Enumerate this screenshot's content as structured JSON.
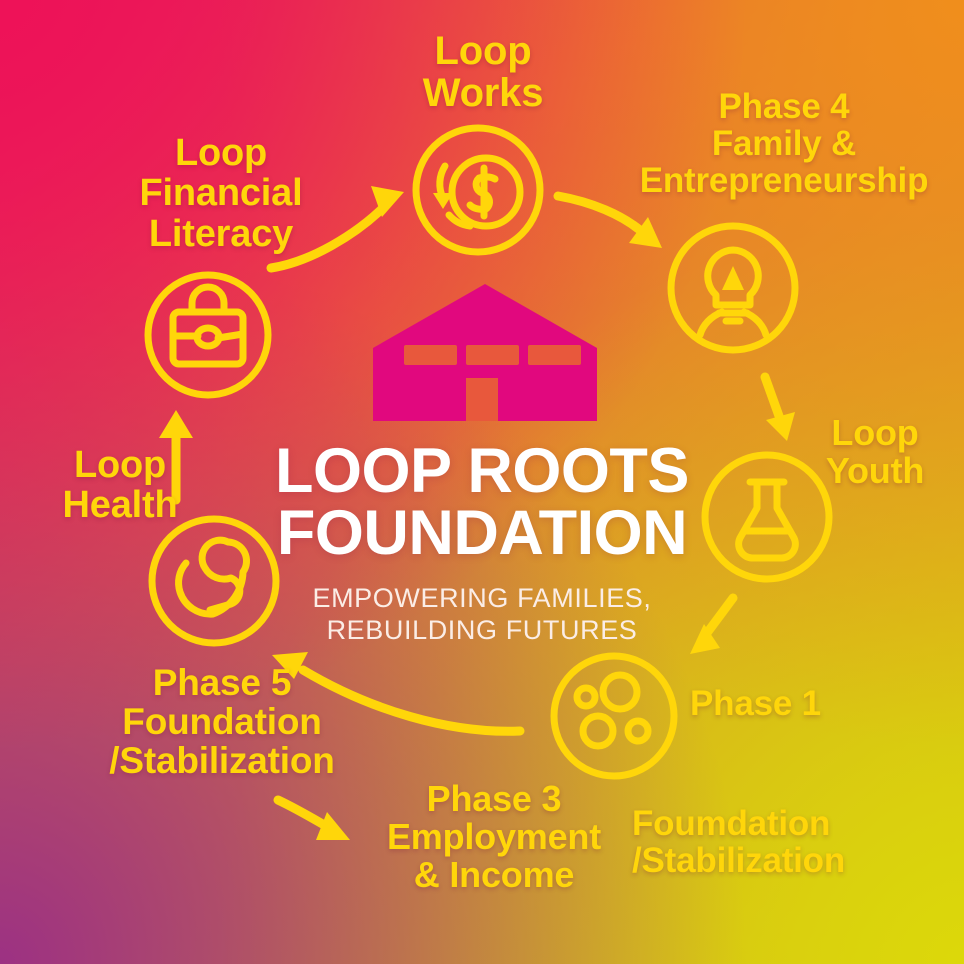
{
  "brand": {
    "title": "LOOP ROOTS\nFOUNDATION",
    "tagline": "EMPOWERING FAMILIES,\nREBUILDING FUTURES",
    "logo_icon": "house-icon"
  },
  "colors": {
    "accent_yellow": "#FFD60A",
    "logo_magenta": "#E1087E",
    "title_white": "#FFFFFF",
    "gradient_top_left": "#EE1258",
    "gradient_top_right": "#F08E1C",
    "gradient_bottom_left": "#9C3183",
    "gradient_bottom_right": "#DCD80A"
  },
  "nodes": [
    {
      "id": "financial-literacy",
      "label": "Loop\nFinancial\nLiteracy",
      "icon": "briefcase-icon"
    },
    {
      "id": "loop-works",
      "label": "Loop\nWorks",
      "icon": "dollar-refresh-icon"
    },
    {
      "id": "phase-4",
      "label": "Phase 4\nFamily &\nEntrepreneurship",
      "icon": "lightbulb-person-icon"
    },
    {
      "id": "loop-youth",
      "label": "Loop\nYouth",
      "icon": "flask-icon"
    },
    {
      "id": "phase-1",
      "label": "Phase 1",
      "icon": "petri-dish-icon"
    },
    {
      "id": "phase-1-sub",
      "label": "Foumdation\n/Stabilization",
      "icon": ""
    },
    {
      "id": "phase-3",
      "label": "Phase 3\nEmployment\n& Income",
      "icon": ""
    },
    {
      "id": "phase-5",
      "label": "Phase 5\nFoundation\n/Stabilization",
      "icon": ""
    },
    {
      "id": "loop-health",
      "label": "Loop\nHealth",
      "icon": "caring-hand-icon"
    }
  ],
  "connectors": [
    {
      "id": "arrow-literacy-to-works",
      "from": "financial-literacy",
      "to": "loop-works",
      "style": "curved"
    },
    {
      "id": "arrow-works-to-phase4",
      "from": "loop-works",
      "to": "phase-4",
      "style": "curved"
    },
    {
      "id": "arrow-phase4-to-youth",
      "from": "phase-4",
      "to": "loop-youth",
      "style": "straight"
    },
    {
      "id": "arrow-youth-to-phase1",
      "from": "loop-youth",
      "to": "phase-1",
      "style": "straight"
    },
    {
      "id": "arrow-phase1-to-health",
      "from": "phase-1",
      "to": "loop-health",
      "style": "curved"
    },
    {
      "id": "arrow-phase5-to-phase3",
      "from": "phase-5",
      "to": "phase-3",
      "style": "curved"
    },
    {
      "id": "arrow-health-to-literacy",
      "from": "loop-health",
      "to": "financial-literacy",
      "style": "straight"
    }
  ]
}
